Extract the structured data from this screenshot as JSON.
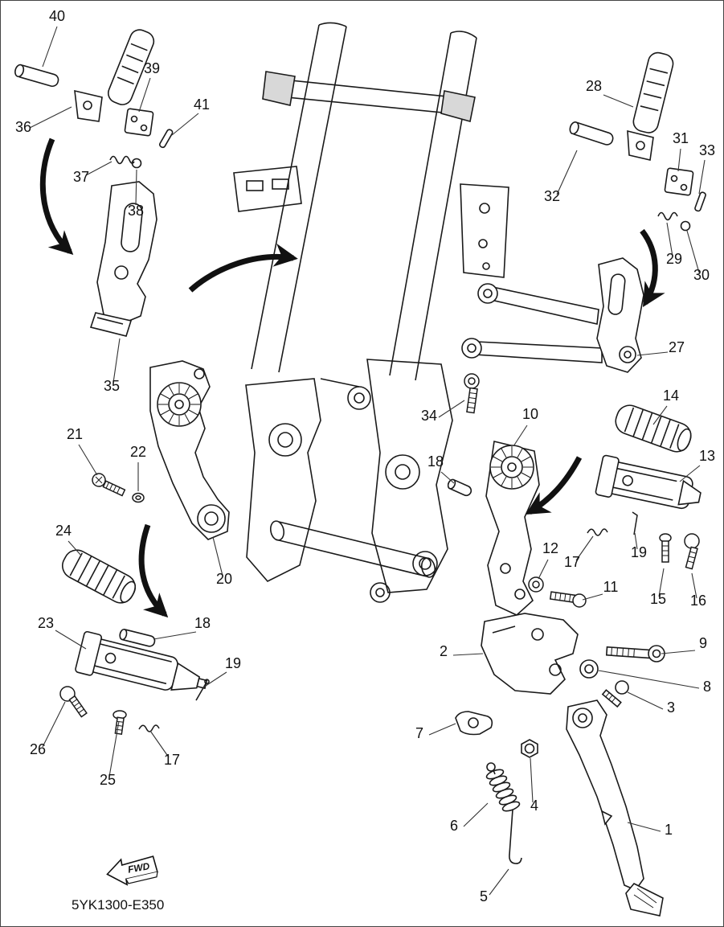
{
  "diagram": {
    "code": "5YK1300-E350",
    "fwd_label": "FWD",
    "ink_color": "#1a1a1a",
    "paper_color": "#ffffff",
    "callouts": [
      {
        "label": "40"
      },
      {
        "label": "39"
      },
      {
        "label": "41"
      },
      {
        "label": "36"
      },
      {
        "label": "37"
      },
      {
        "label": "38"
      },
      {
        "label": "28"
      },
      {
        "label": "31"
      },
      {
        "label": "33"
      },
      {
        "label": "32"
      },
      {
        "label": "29"
      },
      {
        "label": "30"
      },
      {
        "label": "35"
      },
      {
        "label": "27"
      },
      {
        "label": "34"
      },
      {
        "label": "10"
      },
      {
        "label": "14"
      },
      {
        "label": "13"
      },
      {
        "label": "18"
      },
      {
        "label": "21"
      },
      {
        "label": "22"
      },
      {
        "label": "20"
      },
      {
        "label": "12"
      },
      {
        "label": "17"
      },
      {
        "label": "19"
      },
      {
        "label": "15"
      },
      {
        "label": "16"
      },
      {
        "label": "11"
      },
      {
        "label": "24"
      },
      {
        "label": "23"
      },
      {
        "label": "18"
      },
      {
        "label": "19"
      },
      {
        "label": "2"
      },
      {
        "label": "9"
      },
      {
        "label": "8"
      },
      {
        "label": "3"
      },
      {
        "label": "26"
      },
      {
        "label": "25"
      },
      {
        "label": "17"
      },
      {
        "label": "7"
      },
      {
        "label": "4"
      },
      {
        "label": "6"
      },
      {
        "label": "5"
      },
      {
        "label": "1"
      }
    ]
  }
}
